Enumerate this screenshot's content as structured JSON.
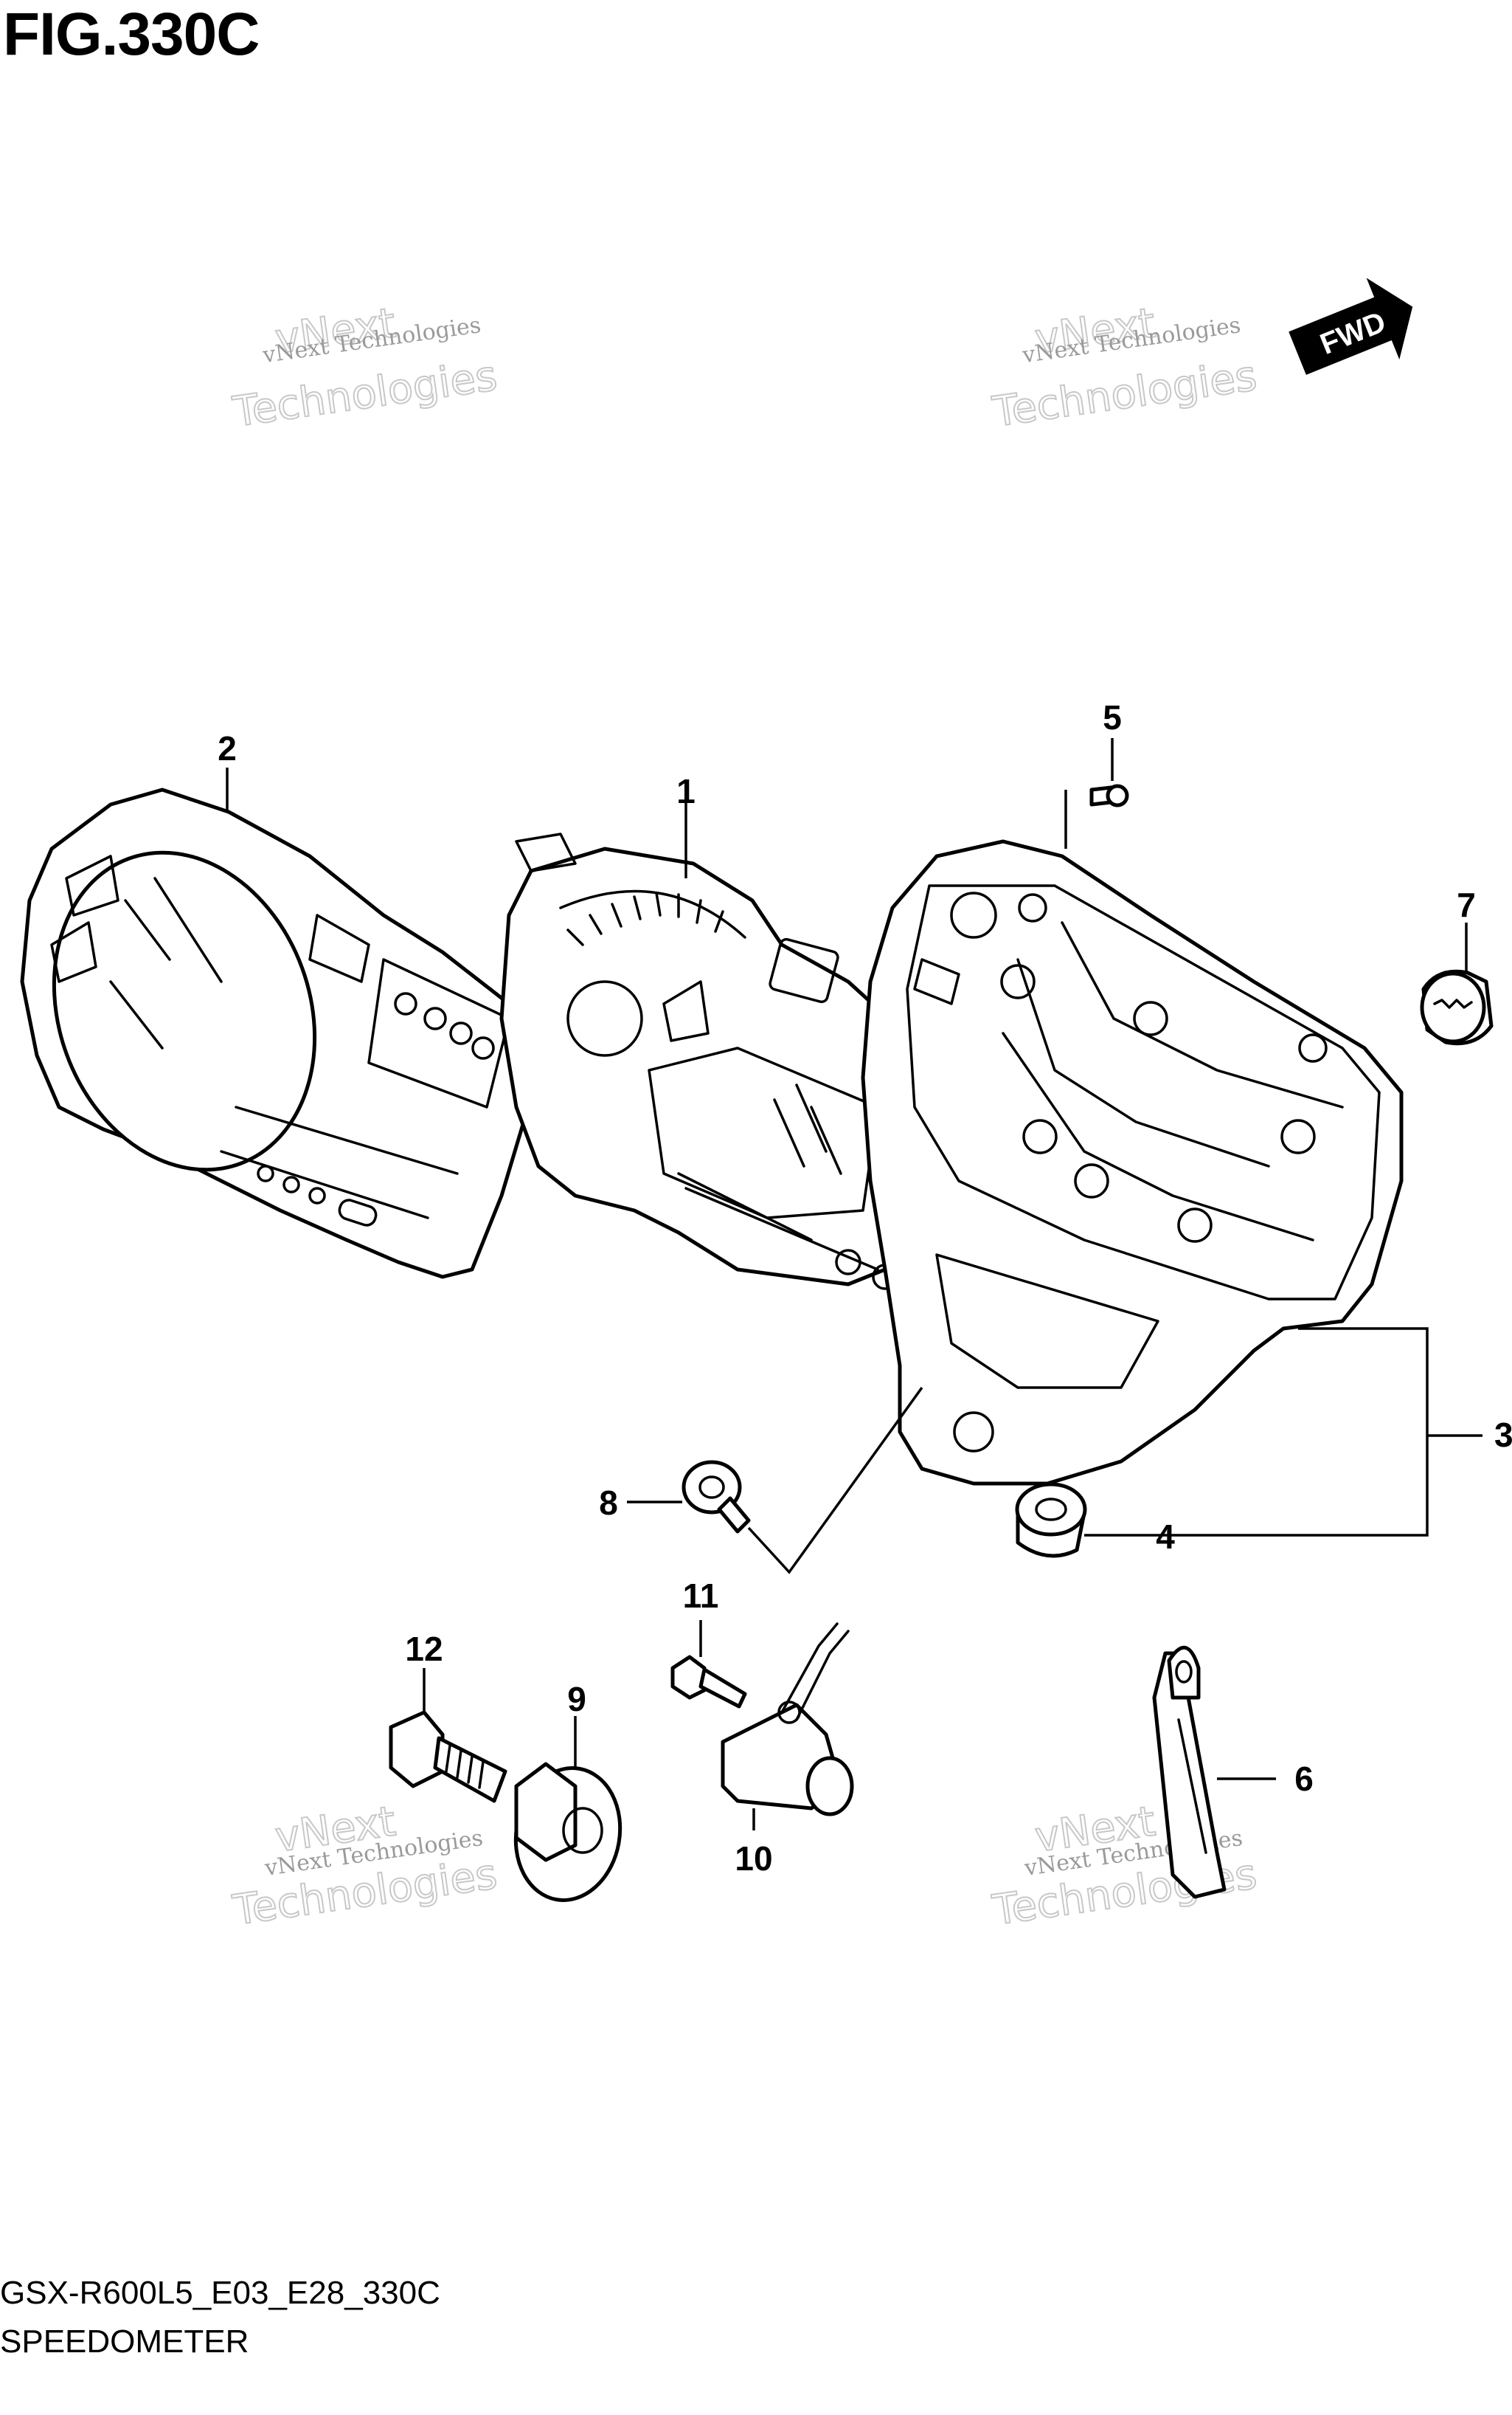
{
  "figure": {
    "title": "FIG.330C",
    "footer_code": "GSX-R600L5_E03_E28_330C",
    "footer_name": "SPEEDOMETER",
    "direction_badge": "FWD"
  },
  "callouts": [
    "1",
    "2",
    "3",
    "4",
    "5",
    "6",
    "7",
    "8",
    "9",
    "10",
    "11",
    "12"
  ],
  "watermark": {
    "small": "vNext Technologies",
    "large_line1": "vNext",
    "large_line2": "Technologies"
  }
}
